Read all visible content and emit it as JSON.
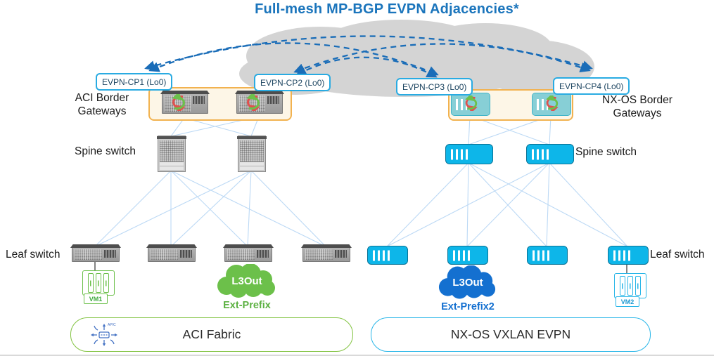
{
  "title": "Full-mesh MP-BGP EVPN Adjacencies*",
  "evpn_cps": [
    {
      "label": "EVPN-CP1 (Lo0)"
    },
    {
      "label": "EVPN-CP2 (Lo0)"
    },
    {
      "label": "EVPN-CP3 (Lo0)"
    },
    {
      "label": "EVPN-CP4 (Lo0)"
    }
  ],
  "labels": {
    "aci_border_line1": "ACI Border",
    "aci_border_line2": "Gateways",
    "nxos_border_line1": "NX-OS Border",
    "nxos_border_line2": "Gateways",
    "spine_left": "Spine switch",
    "spine_right": "Spine switch",
    "leaf_left": "Leaf switch",
    "leaf_right": "Leaf switch"
  },
  "l3out_aci": {
    "cloud": "L3Out",
    "prefix": "Ext-Prefix"
  },
  "l3out_nxos": {
    "cloud": "L3Out",
    "prefix": "Ext-Prefix2"
  },
  "vms": [
    {
      "label": "VM1"
    },
    {
      "label": "VM2"
    }
  ],
  "fabrics": {
    "aci": "ACI Fabric",
    "nxos": "NX-OS VXLAN EVPN",
    "apic_icon_text": "APIC"
  },
  "colors": {
    "title_blue": "#1b75bc",
    "adjacency_arrow_blue": "#1a6db8",
    "evpn_box_border_cyan": "#29abe2",
    "nxos_switch_cyan": "#0db6e9",
    "bgw_teal_fill": "#87cfd6",
    "bgw_group_orange": "#f2b24f",
    "bgw_group_fill": "#fdf6e7",
    "l3out_green": "#6cc04a",
    "aci_pill_green": "#82c341",
    "l3out_blue": "#1470d0",
    "fabric_link_blue": "#bcd9f5",
    "wan_cloud_gray": "#d4d4d4"
  }
}
